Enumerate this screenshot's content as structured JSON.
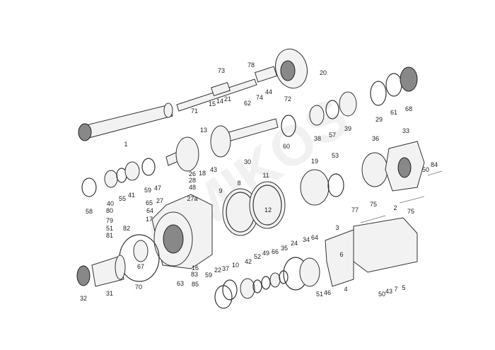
{
  "watermark": "OMIKOS",
  "labels": [
    "73",
    "78",
    "74",
    "44",
    "72",
    "20",
    "1",
    "71",
    "15",
    "14",
    "21",
    "62",
    "13",
    "60",
    "43",
    "30",
    "18",
    "26",
    "28",
    "38",
    "57",
    "39",
    "29",
    "61",
    "68",
    "33",
    "36",
    "19",
    "53",
    "84",
    "50",
    "75",
    "75",
    "77",
    "2",
    "58",
    "40",
    "55",
    "41",
    "59",
    "47",
    "48",
    "27",
    "27a",
    "65",
    "64",
    "17",
    "80",
    "79",
    "82",
    "51",
    "81",
    "8",
    "11",
    "9",
    "12",
    "10",
    "22",
    "67",
    "70",
    "16",
    "83",
    "63",
    "85",
    "32",
    "31",
    "59",
    "37",
    "42",
    "52",
    "49",
    "66",
    "35",
    "24",
    "34",
    "64",
    "3",
    "6",
    "4",
    "51",
    "46",
    "50",
    "43",
    "7",
    "5"
  ]
}
